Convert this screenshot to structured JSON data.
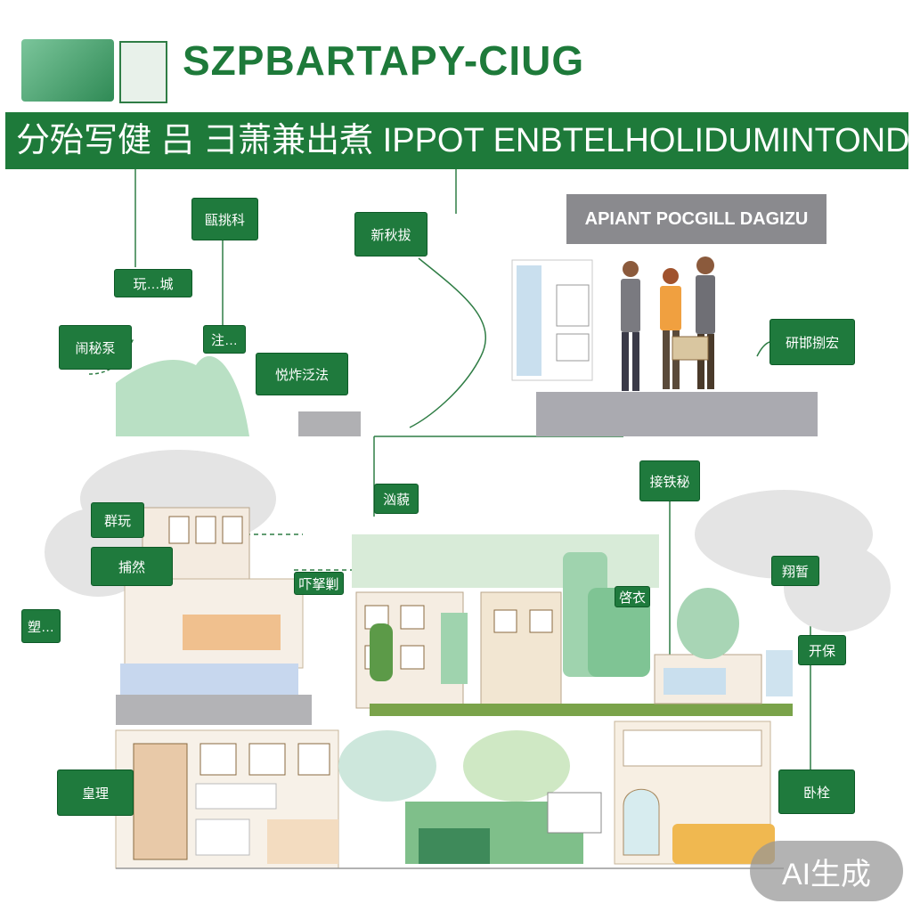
{
  "header": {
    "headline": "SZPBARTAPY-CIUG",
    "banner_text": "分殆写健 吕 彐萧兼出煮 IPPOT ENBTELHOLIDUMINTOND"
  },
  "subtitle": "APIANT POCGILL DAGIZU",
  "tags": [
    {
      "id": "tag-1",
      "label": "甌挑科"
    },
    {
      "id": "tag-2",
      "label": "新秋拔"
    },
    {
      "id": "tag-3",
      "label": "玩…城"
    },
    {
      "id": "tag-4",
      "label": "闹秘泵"
    },
    {
      "id": "tag-5",
      "label": "注…"
    },
    {
      "id": "tag-6",
      "label": "悦炸泛法"
    },
    {
      "id": "tag-7",
      "label": "研邯捌宏"
    },
    {
      "id": "tag-8",
      "label": "汹藐"
    },
    {
      "id": "tag-9",
      "label": "接铁秘"
    },
    {
      "id": "tag-10",
      "label": "群玩"
    },
    {
      "id": "tag-11",
      "label": "捕然"
    },
    {
      "id": "tag-12",
      "label": "翔暂"
    },
    {
      "id": "tag-13",
      "label": "塑…"
    },
    {
      "id": "tag-14",
      "label": "开保"
    },
    {
      "id": "tag-15",
      "label": "皇理"
    },
    {
      "id": "tag-16",
      "label": "卧栓"
    },
    {
      "id": "tag-17",
      "label": "吓拏剿"
    },
    {
      "id": "tag-18",
      "label": "啓衣"
    }
  ],
  "watermark": "AI生成",
  "colors": {
    "brand_green": "#1e7a3a",
    "subtitle_gray": "#8a8a8e",
    "light_green": "#9fd3ae"
  }
}
